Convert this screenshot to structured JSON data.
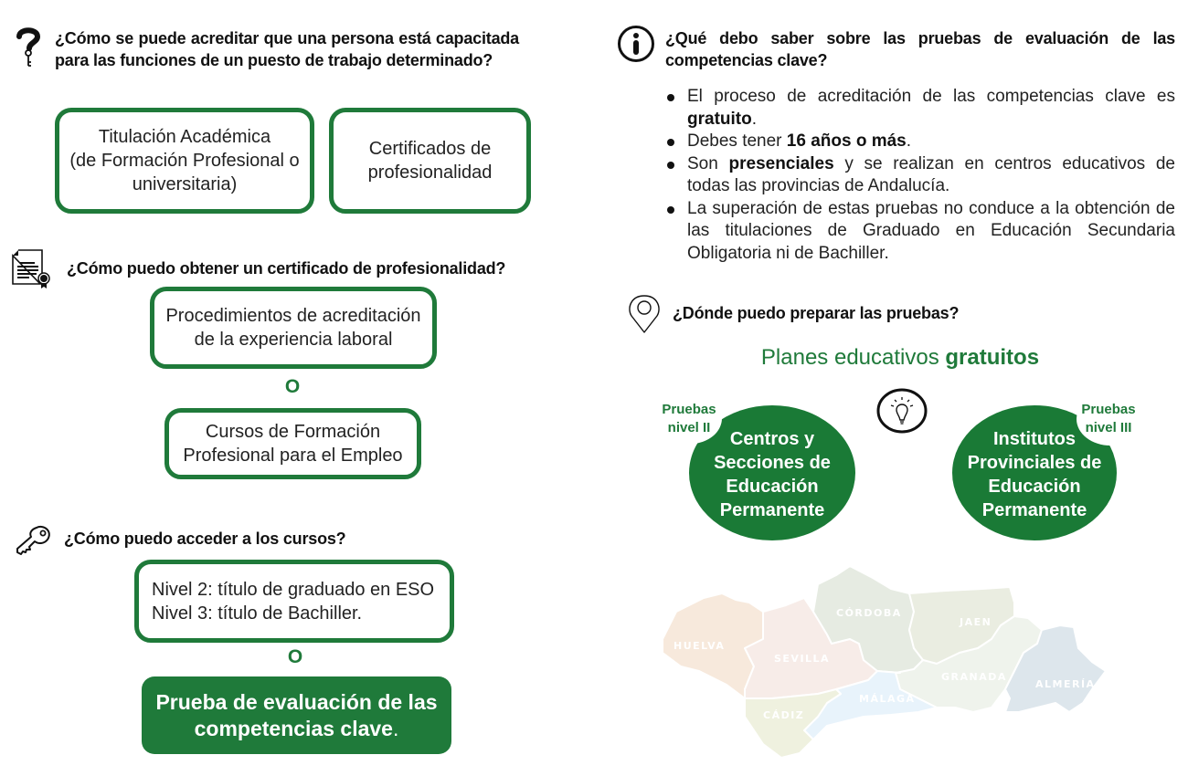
{
  "left": {
    "q1": {
      "icon": "question-key-icon",
      "title": "¿Cómo se puede acreditar que una persona está capacitada para las funciones de un puesto de trabajo determinado?",
      "boxes": [
        {
          "lines": [
            "Titulación Académica",
            "(de Formación Profesional o",
            "universitaria)"
          ]
        },
        {
          "lines": [
            "Certificados de",
            "profesionalidad"
          ]
        }
      ]
    },
    "q2": {
      "icon": "certificate-icon",
      "title": "¿Cómo puedo obtener un certificado de profesionalidad?",
      "box1": {
        "lines": [
          "Procedimientos de acreditación",
          "de la experiencia laboral"
        ]
      },
      "or": "O",
      "box2": {
        "lines": [
          "Cursos de Formación",
          "Profesional para el Empleo"
        ]
      }
    },
    "q3": {
      "icon": "key-icon",
      "title": "¿Cómo puedo acceder a los cursos?",
      "box1": {
        "lines": [
          "Nivel 2: título de graduado en ESO",
          "Nivel 3: título de Bachiller."
        ]
      },
      "or": "O",
      "solid": {
        "lines": [
          "Prueba de evaluación de las",
          "competencias clave"
        ],
        "suffix": "."
      }
    }
  },
  "right": {
    "q4": {
      "icon": "info-icon",
      "title": "¿Qué debo saber sobre las pruebas de evaluación de las competencias clave?",
      "bullets": [
        {
          "pre": "El proceso de acreditación de las competencias clave es ",
          "bold": "gratuito",
          "post": "."
        },
        {
          "pre": "Debes tener ",
          "bold": "16 años o más",
          "post": "."
        },
        {
          "pre": "Son ",
          "bold": "presenciales",
          "post": " y se realizan en centros educativos de todas las provincias de Andalucía."
        },
        {
          "pre": "La superación de estas pruebas no conduce a la obtención de las titulaciones de Graduado en Educación Secundaria Obligatoria ni de Bachiller.",
          "bold": "",
          "post": ""
        }
      ]
    },
    "q5": {
      "icon": "location-pin-icon",
      "title": "¿Dónde puedo preparar las pruebas?",
      "planes": {
        "pre": "Planes educativos ",
        "bold": "gratuitos"
      },
      "center_icon": "lightbulb-icon",
      "circles": [
        {
          "tag": [
            "Pruebas",
            "nivel II"
          ],
          "lines": [
            "Centros y",
            "Secciones de",
            "Educación",
            "Permanente"
          ]
        },
        {
          "tag": [
            "Pruebas",
            "nivel III"
          ],
          "lines": [
            "Institutos",
            "Provinciales de",
            "Educación",
            "Permanente"
          ]
        }
      ]
    },
    "map": {
      "provinces": [
        "HUELVA",
        "SEVILLA",
        "CÓRDOBA",
        "JAEN",
        "GRANADA",
        "MÁLAGA",
        "CÁDIZ",
        "ALMERÍA"
      ]
    }
  },
  "colors": {
    "accent_green": "#1f7a3a",
    "circle_green": "#1a7a36",
    "text": "#111111"
  }
}
